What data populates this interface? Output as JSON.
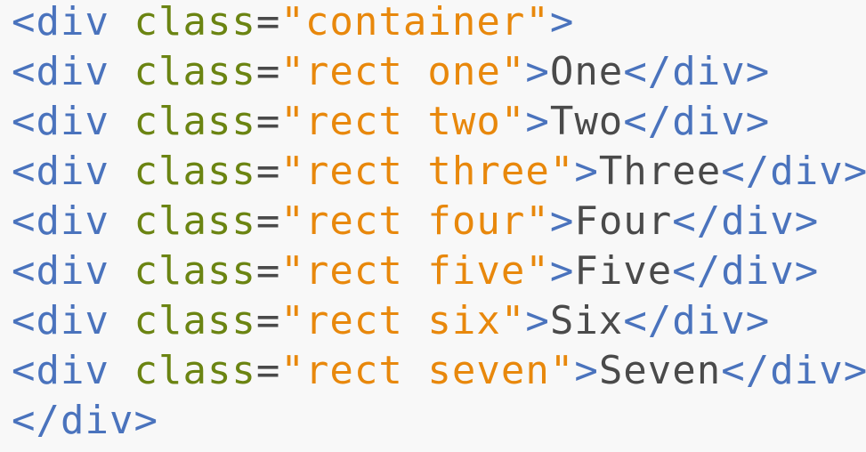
{
  "code": {
    "lines": [
      {
        "open": "<div",
        "attr": "class",
        "eq": "=",
        "value": "\"container\"",
        "close": ">",
        "text": "",
        "end": ""
      },
      {
        "open": "<div",
        "attr": "class",
        "eq": "=",
        "value": "\"rect one\"",
        "close": ">",
        "text": "One",
        "end": "</div>"
      },
      {
        "open": "<div",
        "attr": "class",
        "eq": "=",
        "value": "\"rect two\"",
        "close": ">",
        "text": "Two",
        "end": "</div>"
      },
      {
        "open": "<div",
        "attr": "class",
        "eq": "=",
        "value": "\"rect three\"",
        "close": ">",
        "text": "Three",
        "end": "</div>"
      },
      {
        "open": "<div",
        "attr": "class",
        "eq": "=",
        "value": "\"rect four\"",
        "close": ">",
        "text": "Four",
        "end": "</div>"
      },
      {
        "open": "<div",
        "attr": "class",
        "eq": "=",
        "value": "\"rect five\"",
        "close": ">",
        "text": "Five",
        "end": "</div>"
      },
      {
        "open": "<div",
        "attr": "class",
        "eq": "=",
        "value": "\"rect six\"",
        "close": ">",
        "text": "Six",
        "end": "</div>"
      },
      {
        "open": "<div",
        "attr": "class",
        "eq": "=",
        "value": "\"rect seven\"",
        "close": ">",
        "text": "Seven",
        "end": "</div>"
      }
    ],
    "closing": "</div>"
  },
  "colors": {
    "background": "#f8f8f8",
    "tag": "#4a73bd",
    "attribute": "#6b8412",
    "string": "#e8880c",
    "text": "#4a4a4a"
  }
}
